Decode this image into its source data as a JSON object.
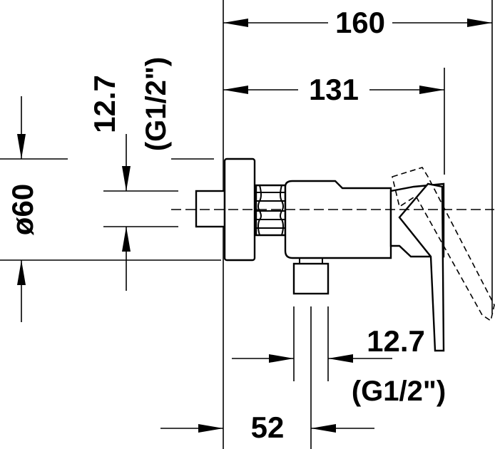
{
  "drawing": {
    "dim_width_total": "160",
    "dim_width_body": "131",
    "dim_diameter": "ø60",
    "dim_inlet_top": "12.7",
    "dim_inlet_top_thread": "(G1/2\")",
    "dim_outlet_bottom": "12.7",
    "dim_outlet_bottom_thread": "(G1/2\")",
    "dim_outlet_offset": "52"
  },
  "colors": {
    "line": "#000000",
    "background": "#ffffff"
  }
}
